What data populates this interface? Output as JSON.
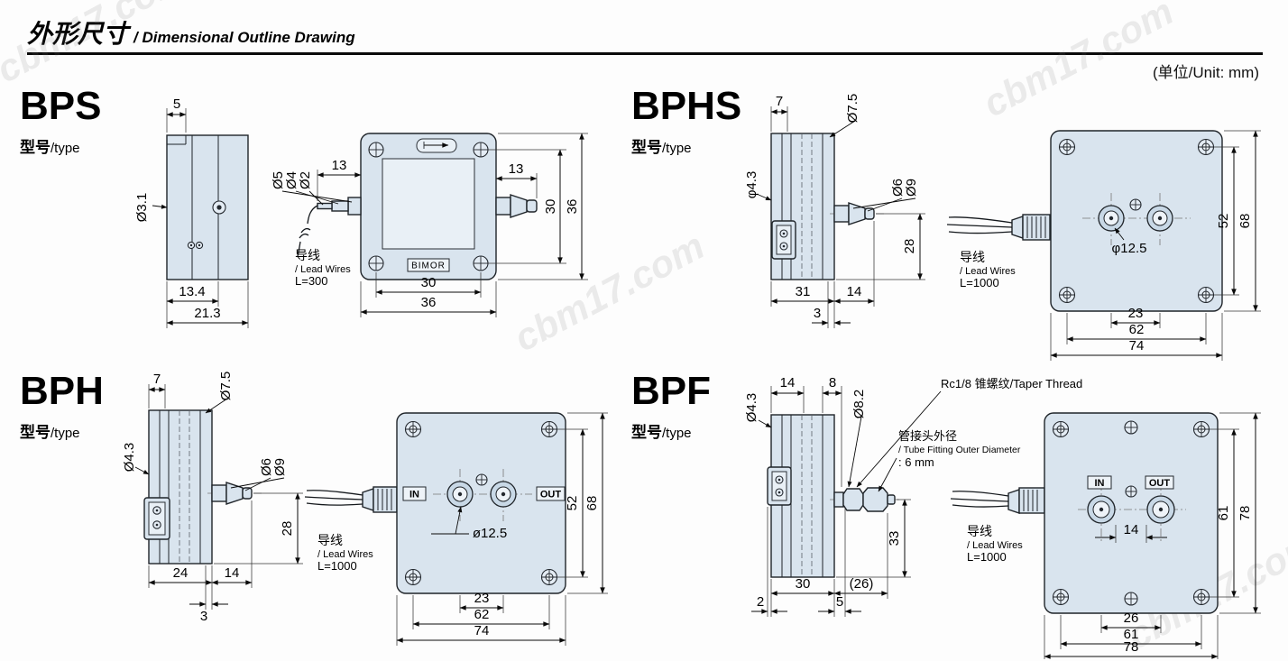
{
  "header": {
    "title_cn": "外形尺寸",
    "title_en": "/ Dimensional Outline Drawing",
    "unit_note": "(单位/Unit: mm)"
  },
  "watermark": "cbm17.com",
  "panels": {
    "bps": {
      "name": "BPS",
      "type_cn": "型号",
      "type_en": "/type",
      "side": {
        "d5": "5",
        "dia31": "Ø3.1",
        "d134": "13.4",
        "d213": "21.3"
      },
      "front": {
        "d13l": "13",
        "d13r": "13",
        "dia5": "Ø5",
        "dia4": "Ø4",
        "dia2": "Ø2",
        "d30r": "30",
        "d36r": "36",
        "d30b": "30",
        "d36b": "36",
        "logo": "BIMOR"
      },
      "lead": {
        "cn": "导线",
        "en": "/ Lead Wires",
        "len": "L=300"
      }
    },
    "bphs": {
      "name": "BPHS",
      "type_cn": "型号",
      "type_en": "/type",
      "side": {
        "d7": "7",
        "dia75": "Ø7.5",
        "dia43": "φ4.3",
        "dia6": "Ø6",
        "dia9": "Ø9",
        "d28": "28",
        "d31": "31",
        "d14": "14",
        "d3": "3"
      },
      "front": {
        "dia125": "φ12.5",
        "d52": "52",
        "d68": "68",
        "d23": "23",
        "d62": "62",
        "d74": "74"
      },
      "lead": {
        "cn": "导线",
        "en": "/ Lead Wires",
        "len": "L=1000"
      }
    },
    "bph": {
      "name": "BPH",
      "type_cn": "型号",
      "type_en": "/type",
      "side": {
        "d7": "7",
        "dia75": "Ø7.5",
        "dia43": "Ø4.3",
        "dia6": "Ø6",
        "dia9": "Ø9",
        "d28": "28",
        "d24": "24",
        "d14": "14",
        "d3": "3"
      },
      "front": {
        "in_label": "IN",
        "out_label": "OUT",
        "dia125": "ø12.5",
        "d52": "52",
        "d68": "68",
        "d23": "23",
        "d62": "62",
        "d74": "74"
      },
      "lead": {
        "cn": "导线",
        "en": "/ Lead Wires",
        "len": "L=1000"
      }
    },
    "bpf": {
      "name": "BPF",
      "type_cn": "型号",
      "type_en": "/type",
      "side": {
        "dia43": "Ø4.3",
        "d14": "14",
        "d8": "8",
        "dia82": "Ø8.2",
        "d33": "33",
        "d30": "30",
        "d26": "(26)",
        "d2": "2",
        "d5": "5"
      },
      "ann": {
        "taper": "Rc1/8 锥螺纹/Taper Thread",
        "fit_cn": "管接头外径",
        "fit_en": "/ Tube Fitting Outer Diameter",
        "fit_val": ": 6 mm"
      },
      "front": {
        "in_label": "IN",
        "out_label": "OUT",
        "d14": "14",
        "d61r": "61",
        "d78r": "78",
        "d26b": "26",
        "d61b": "61",
        "d78b": "78"
      },
      "lead": {
        "cn": "导线",
        "en": "/ Lead Wires",
        "len": "L=1000"
      }
    }
  }
}
